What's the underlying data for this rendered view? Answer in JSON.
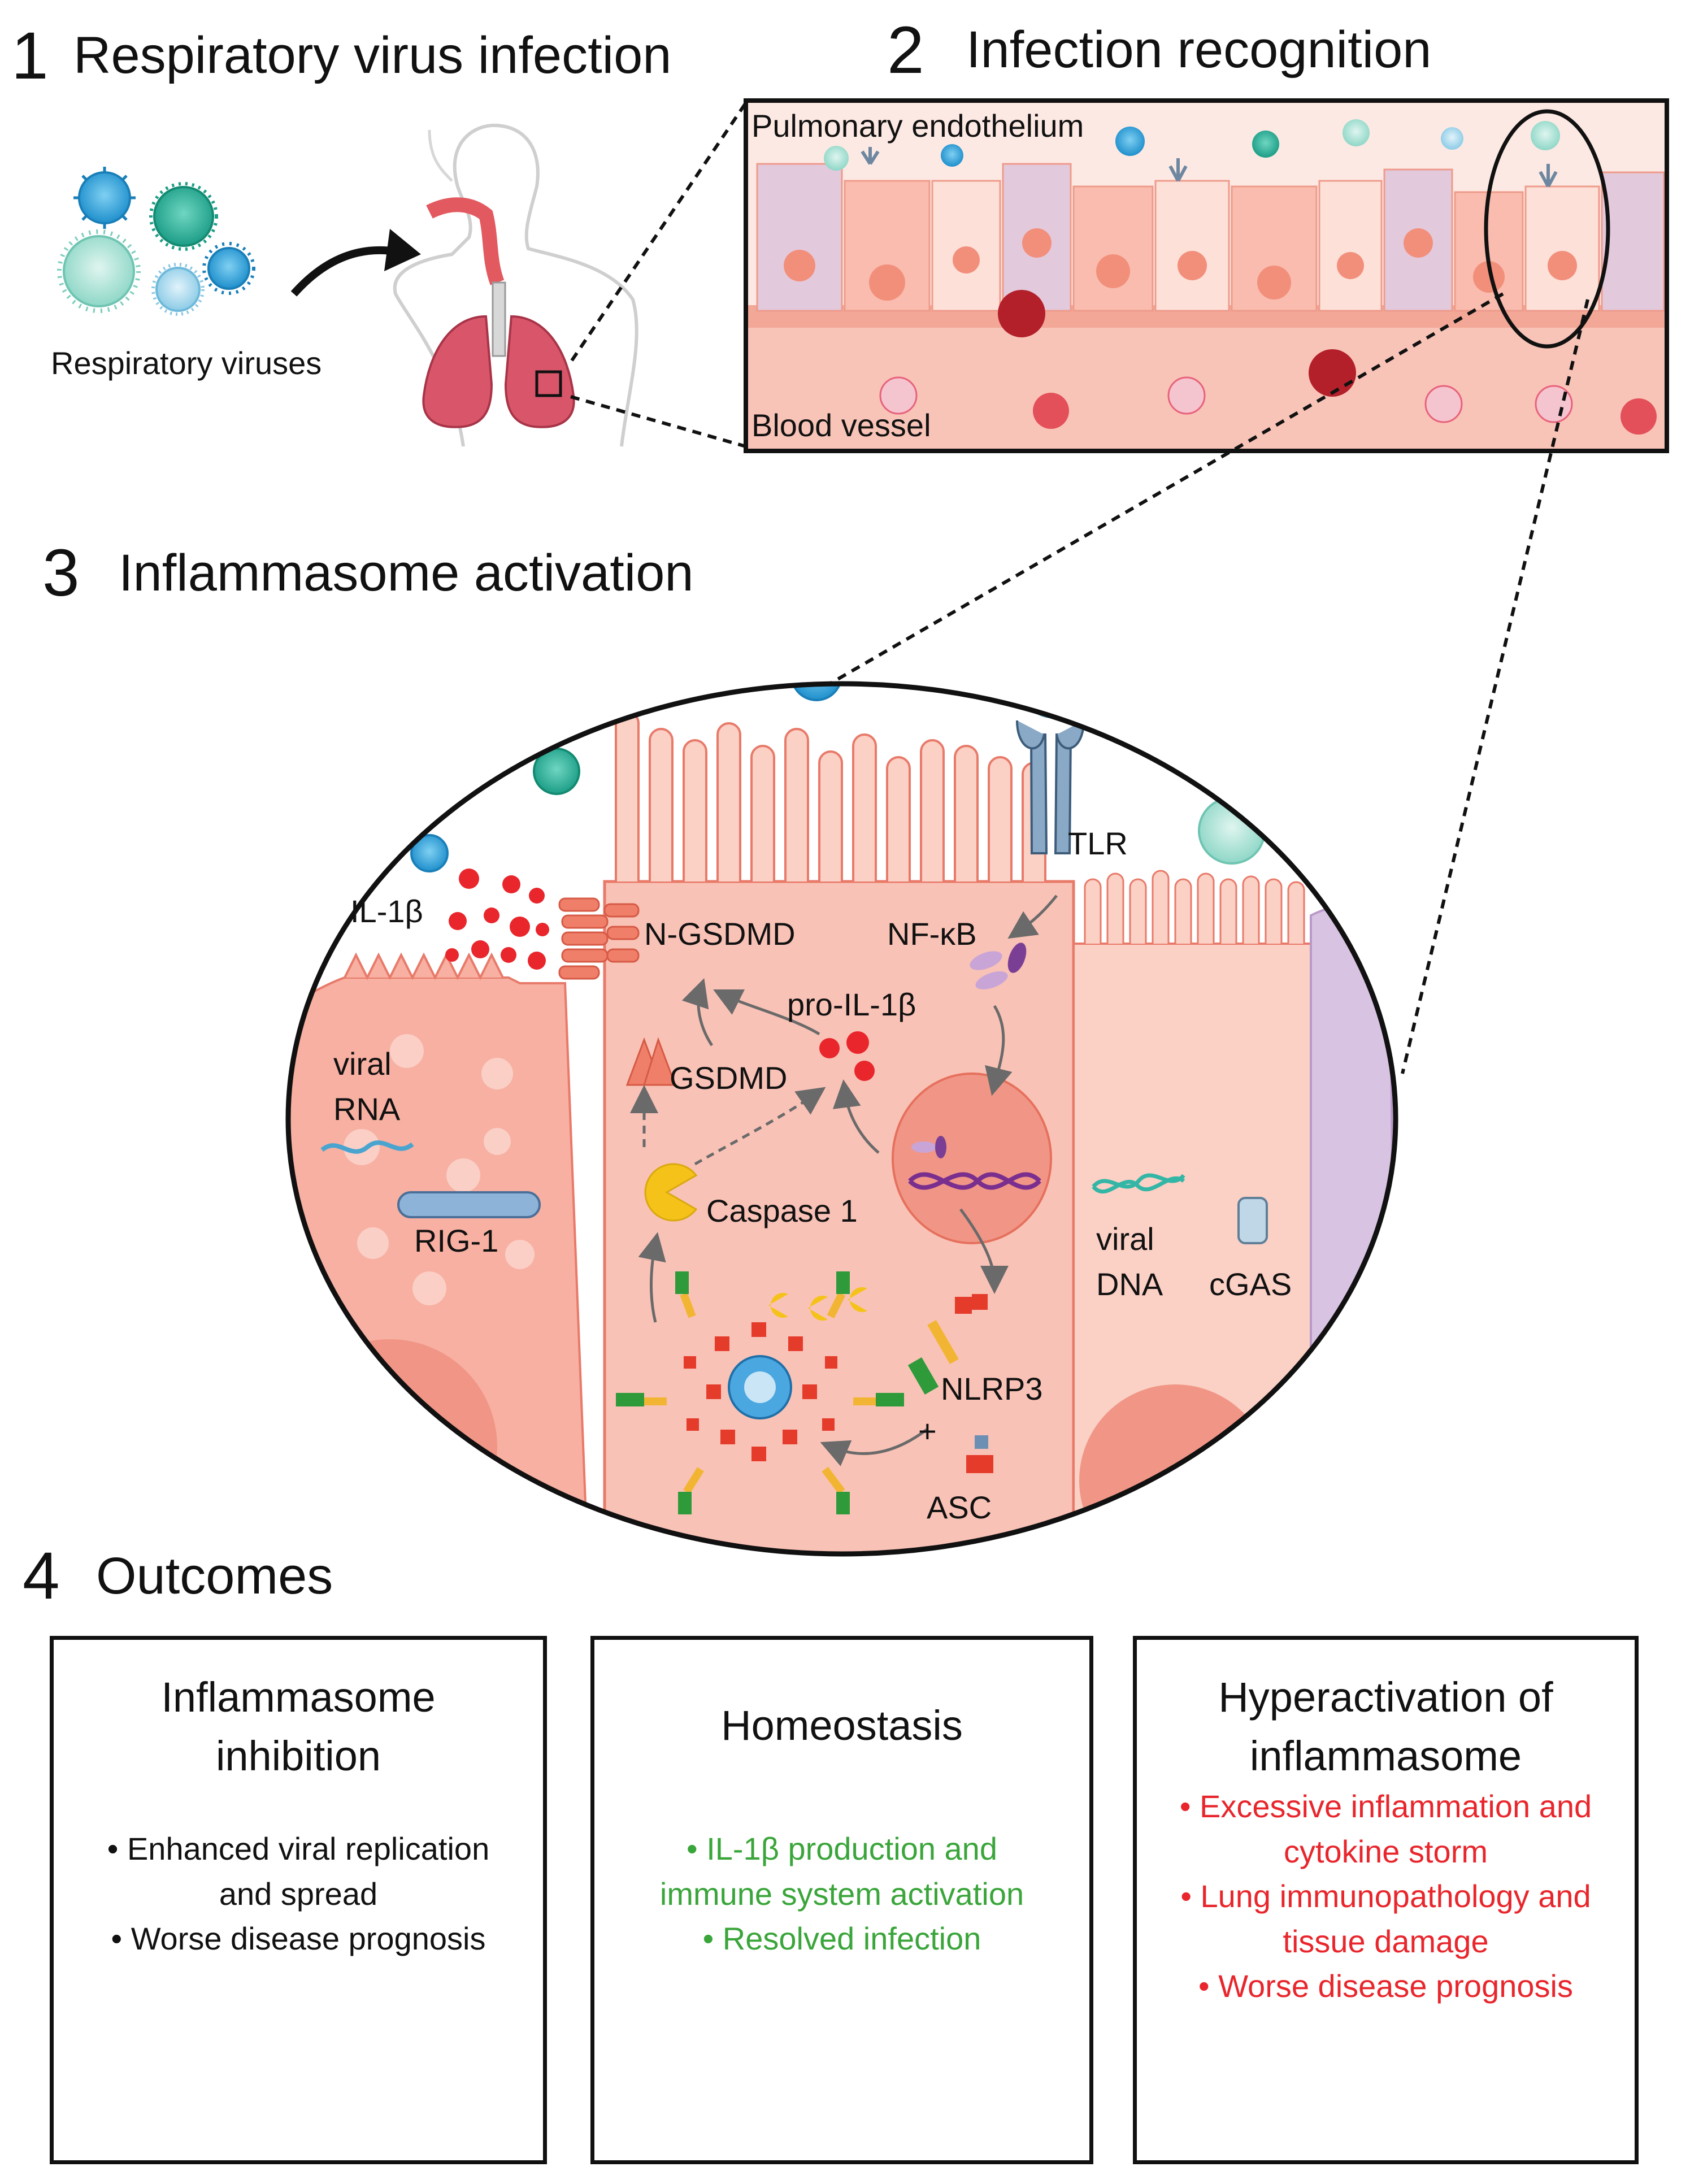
{
  "panel1": {
    "number": "1",
    "title": "Respiratory virus infection",
    "viruses_label": "Respiratory viruses"
  },
  "panel2": {
    "number": "2",
    "title": "Infection recognition",
    "top_label": "Pulmonary endothelium",
    "bottom_label": "Blood vessel"
  },
  "panel3": {
    "number": "3",
    "title": "Inflammasome activation",
    "labels": {
      "tlr": "TLR",
      "nfkb": "NF-κB",
      "il1b": "IL-1β",
      "ngsdmd": "N-GSDMD",
      "pro_il1b": "pro-IL-1β",
      "gsdmd": "GSDMD",
      "viral_rna_1": "viral",
      "viral_rna_2": "RNA",
      "rig1": "RIG-1",
      "caspase1": "Caspase 1",
      "viral_dna_1": "viral",
      "viral_dna_2": "DNA",
      "cgas": "cGAS",
      "nlrp3": "NLRP3",
      "plus": "+",
      "asc": "ASC"
    }
  },
  "panel4": {
    "number": "4",
    "title": "Outcomes",
    "boxes": [
      {
        "title_1": "Inflammasome",
        "title_2": "inhibition",
        "bullets": [
          "• Enhanced viral replication",
          "and spread",
          "• Worse disease prognosis"
        ],
        "color": "#111111"
      },
      {
        "title_1": "Homeostasis",
        "bullets": [
          "•  IL-1β production and",
          "immune system activation",
          "• Resolved infection"
        ],
        "color": "#3aa53a"
      },
      {
        "title_1": "Hyperactivation of",
        "title_2": "inflammasome",
        "bullets": [
          "• Excessive inflammation and",
          "cytokine storm",
          "• Lung immunopathology and",
          "tissue damage",
          "• Worse disease prognosis"
        ],
        "color": "#e8262c"
      }
    ]
  },
  "colors": {
    "tissue": "#f7b8ab",
    "tissue_dark": "#ef8c7c",
    "outline": "#e87a6a",
    "virus_blue": "#3ba8db",
    "virus_teal": "#2bb5a0",
    "virus_light": "#9fdccf",
    "il1b_red": "#e8262c",
    "caspase_yellow": "#f5c21a",
    "nlrp3_green": "#2e9a3a",
    "purple": "#8e5aa8"
  }
}
